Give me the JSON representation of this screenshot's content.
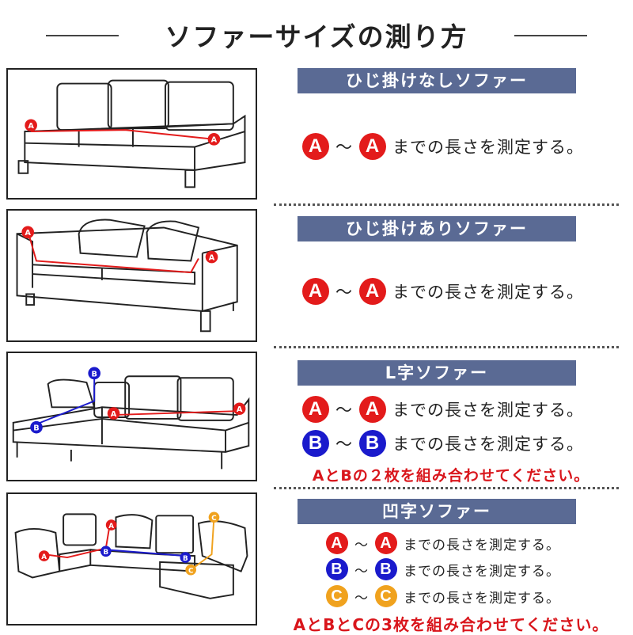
{
  "title": "ソファーサイズの測り方",
  "colors": {
    "banner": "#5a6a94",
    "red": "#e31b1b",
    "blue": "#1a1acc",
    "orange": "#f0a21e",
    "note": "#d9161c"
  },
  "sections": [
    {
      "heading": "ひじ掛けなしソファー",
      "rows": [
        {
          "from": "A",
          "tilde": "～",
          "to": "A",
          "text": "までの長さを測定する。"
        }
      ]
    },
    {
      "heading": "ひじ掛けありソファー",
      "rows": [
        {
          "from": "A",
          "tilde": "～",
          "to": "A",
          "text": "までの長さを測定する。"
        }
      ]
    },
    {
      "heading": "L字ソファー",
      "rows": [
        {
          "from": "A",
          "tilde": "～",
          "to": "A",
          "text": "までの長さを測定する。"
        },
        {
          "from": "B",
          "tilde": "～",
          "to": "B",
          "text": "までの長さを測定する。"
        }
      ],
      "note": "AとBの２枚を組み合わせてください。"
    },
    {
      "heading": "凹字ソファー",
      "rows": [
        {
          "from": "A",
          "tilde": "～",
          "to": "A",
          "text": "までの長さを測定する。"
        },
        {
          "from": "B",
          "tilde": "～",
          "to": "B",
          "text": "までの長さを測定する。"
        },
        {
          "from": "C",
          "tilde": "～",
          "to": "C",
          "text": "までの長さを測定する。"
        }
      ],
      "note": "AとBとCの3枚を組み合わせてください。"
    }
  ]
}
